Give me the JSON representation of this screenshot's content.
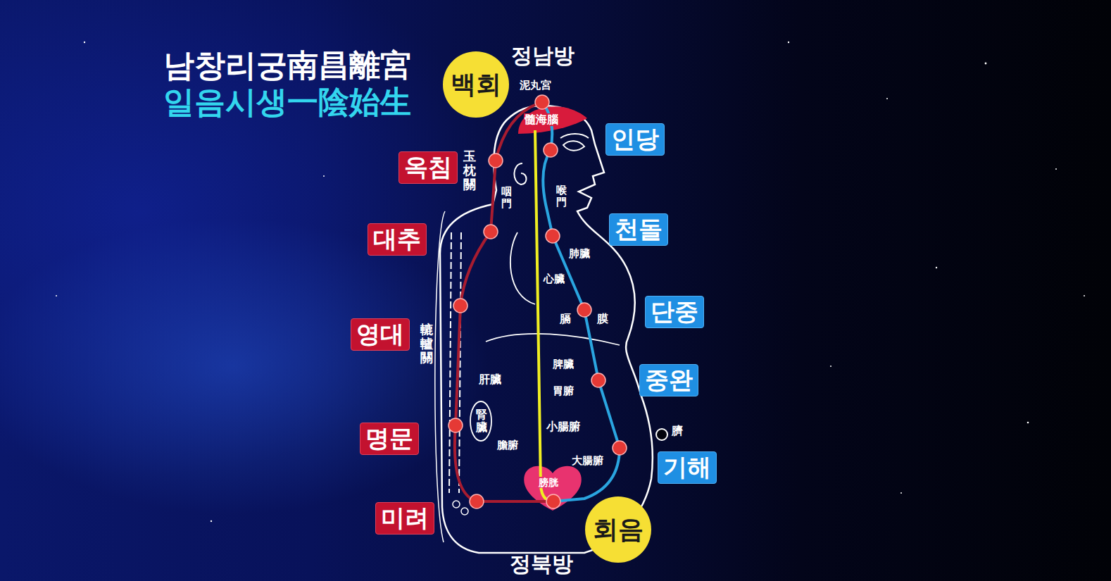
{
  "diagram": {
    "title": "남창리궁南昌離宮",
    "nodes": [
      {
        "text": [
          "백회"
        ]
      },
      {
        "text": [
          "인당"
        ]
      },
      {
        "text": [
          "옥침"
        ]
      },
      {
        "text": [
          "천돌"
        ]
      },
      {
        "text": [
          "대추"
        ]
      },
      {
        "text": [
          "단중"
        ]
      },
      {
        "text": [
          "영대"
        ]
      },
      {
        "text": [
          "중완"
        ]
      },
      {
        "text": [
          "명문"
        ]
      },
      {
        "text": [
          "기해"
        ]
      },
      {
        "text": [
          "미려"
        ]
      },
      {
        "text": [
          "회음"
        ]
      }
    ],
    "labels": [
      "일음시생一陰始生",
      "정남방",
      "泥丸宮",
      "髓海腦",
      "玉枕關",
      "咽門",
      "喉門",
      "肺臟",
      "心臟",
      "膈",
      "膜",
      "轆轤關",
      "肝臟",
      "脾臟",
      "胃腑",
      "腎臟",
      "膽腑",
      "小腸腑",
      "臍",
      "大腸腑",
      "膀胱",
      "정북방"
    ]
  }
}
